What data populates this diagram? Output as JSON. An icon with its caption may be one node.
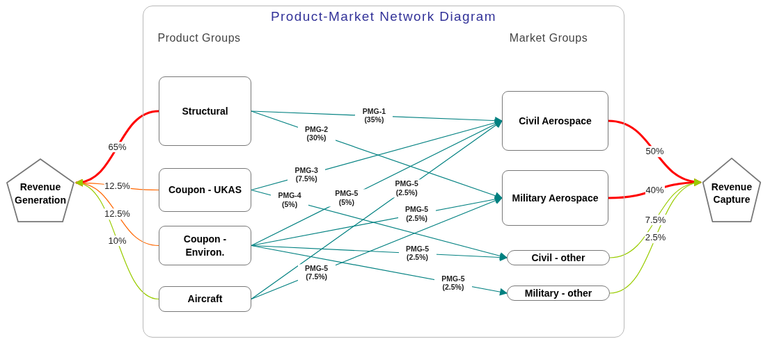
{
  "diagram": {
    "title": "Product-Market Network Diagram",
    "nodes": [
      {
        "text": [],
        "shape": "box"
      },
      {
        "text": [
          "Revenue Generation"
        ]
      },
      {
        "text": [
          "Structural"
        ],
        "in": 0
      },
      {
        "text": [
          "Coupon - UKAS"
        ],
        "in": 0
      },
      {
        "text": [
          "Coupon - Environ."
        ],
        "in": 0
      },
      {
        "text": [
          "Aircraft"
        ],
        "in": 0
      },
      {
        "text": [
          "Civil Aerospace"
        ],
        "in": 0
      },
      {
        "text": [
          "Military Aerospace"
        ],
        "in": 0
      },
      {
        "text": [
          "Civil - other"
        ],
        "in": 0
      },
      {
        "text": [
          "Military - other"
        ],
        "in": 0
      },
      {
        "text": [
          "Revenue Capture"
        ]
      }
    ],
    "edges": [
      {
        "from": 2,
        "to": 1,
        "arrow": "to",
        "label": "65%",
        "style": "thick",
        "color": "#ff0000"
      },
      {
        "from": 3,
        "to": 1,
        "arrow": "to",
        "label": "12.5%",
        "color": "#ff6600"
      },
      {
        "from": 4,
        "to": 1,
        "arrow": "to",
        "label": "12.5%",
        "color": "#ff6600"
      },
      {
        "from": 5,
        "to": 1,
        "arrow": "to",
        "label": "10%",
        "color": "#99cc00"
      },
      {
        "from": 2,
        "to": 6,
        "arrow": "to",
        "label": "PMG-1 (35%)"
      },
      {
        "from": 2,
        "to": 7,
        "arrow": "to",
        "label": "PMG-2 (30%)"
      },
      {
        "from": 3,
        "to": 6,
        "arrow": "to",
        "label": "PMG-3 (7.5%)"
      },
      {
        "from": 3,
        "to": 8,
        "arrow": "to",
        "label": "PMG-4 (5%)"
      },
      {
        "from": 4,
        "to": 6,
        "arrow": "to",
        "label": "PMG-5 (5%)"
      },
      {
        "from": 4,
        "to": 7,
        "arrow": "to",
        "label": "PMG-5 (2.5%)"
      },
      {
        "from": 4,
        "to": 8,
        "arrow": "to",
        "label": "PMG-5 (2.5%)"
      },
      {
        "from": 4,
        "to": 9,
        "arrow": "to",
        "label": "PMG-5 (2.5%)"
      },
      {
        "from": 5,
        "to": 6,
        "arrow": "to",
        "label": "PMG-5 (2.5%)"
      },
      {
        "from": 5,
        "to": 7,
        "arrow": "to",
        "label": "PMG-5 (7.5%)"
      },
      {
        "from": 6,
        "to": 10,
        "arrow": "to",
        "label": "50%",
        "style": "thick",
        "color": "#ff0000"
      },
      {
        "from": 7,
        "to": 10,
        "arrow": "to",
        "label": "40%",
        "style": "thick",
        "color": "#ff0000"
      },
      {
        "from": 8,
        "to": 10,
        "arrow": "to",
        "label": "7.5%",
        "color": "#99cc00"
      },
      {
        "from": 9,
        "to": 10,
        "arrow": "to",
        "label": "2.5%",
        "color": "#99cc00"
      }
    ],
    "labels": [
      "Product Groups",
      "Market Groups"
    ]
  }
}
